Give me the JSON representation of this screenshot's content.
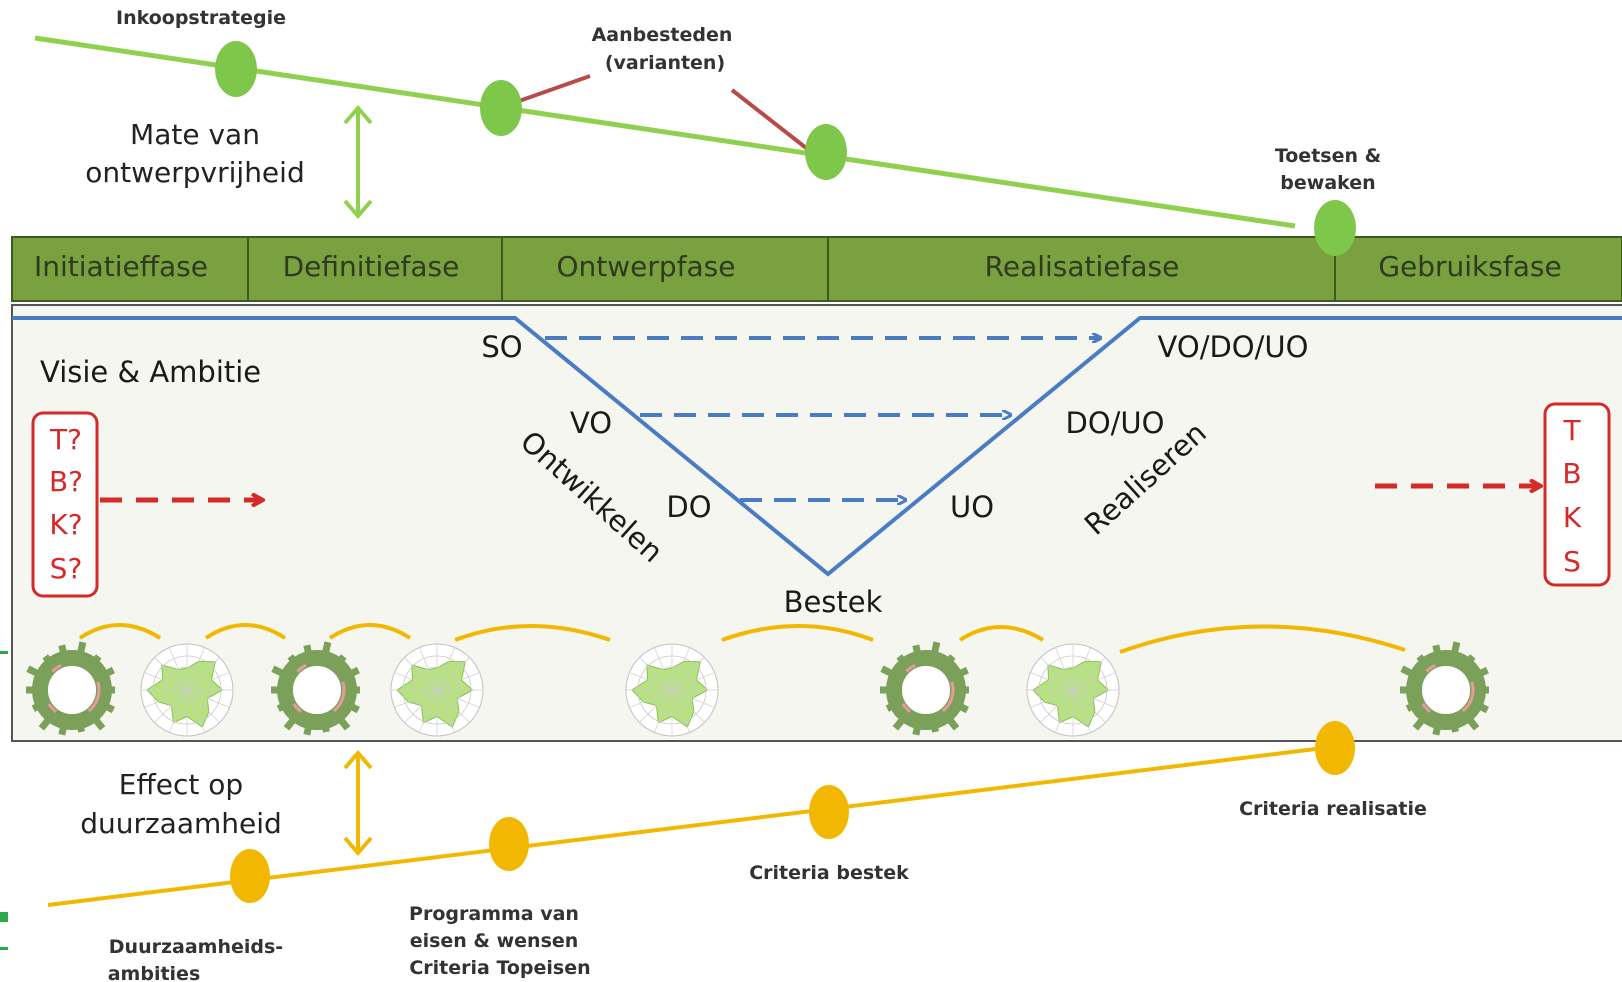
{
  "top_milestones": {
    "inkoopstrategie": "Inkoopstrategie",
    "aanbesteden_line1": "Aanbesteden",
    "aanbesteden_line2": "(varianten)",
    "toetsen_line1": "Toetsen &",
    "toetsen_line2": "bewaken"
  },
  "design_freedom": {
    "line1": "Mate van",
    "line2": "ontwerpvrijheid"
  },
  "phases": [
    "Initiatieffase",
    "Definitiefase",
    "Ontwerpfase",
    "Realisatiefase",
    "Gebruiksfase"
  ],
  "vision": "Visie & Ambitie",
  "left_box": [
    "T?",
    "B?",
    "K?",
    "S?"
  ],
  "right_box": [
    "T",
    "B",
    "K",
    "S"
  ],
  "v_model": {
    "so": "SO",
    "vo": "VO",
    "do": "DO",
    "bestek": "Bestek",
    "uo": "UO",
    "do_uo": "DO/UO",
    "vo_do_uo": "VO/DO/UO",
    "ontwikkelen": "Ontwikkelen",
    "realiseren": "Realiseren"
  },
  "sustainability_effect": {
    "line1": "Effect op",
    "line2": "duurzaamheid"
  },
  "bottom_milestones": {
    "ambities_line1": "Duurzaamheids-",
    "ambities_line2": "ambities",
    "pve_line1": "Programma van",
    "pve_line2": "eisen & wensen",
    "pve_line3": "Criteria Topeisen",
    "criteria_bestek": "Criteria bestek",
    "criteria_realisatie": "Criteria realisatie"
  },
  "colors": {
    "green_line": "#8fd14f",
    "green_node": "#7fc74a",
    "phase_bar": "#79a13f",
    "blue": "#4a7cc4",
    "red": "#d42a2a",
    "yellow": "#f2b700",
    "panel_bg": "#f5f6f0",
    "connector_red": "#b84a4a"
  }
}
